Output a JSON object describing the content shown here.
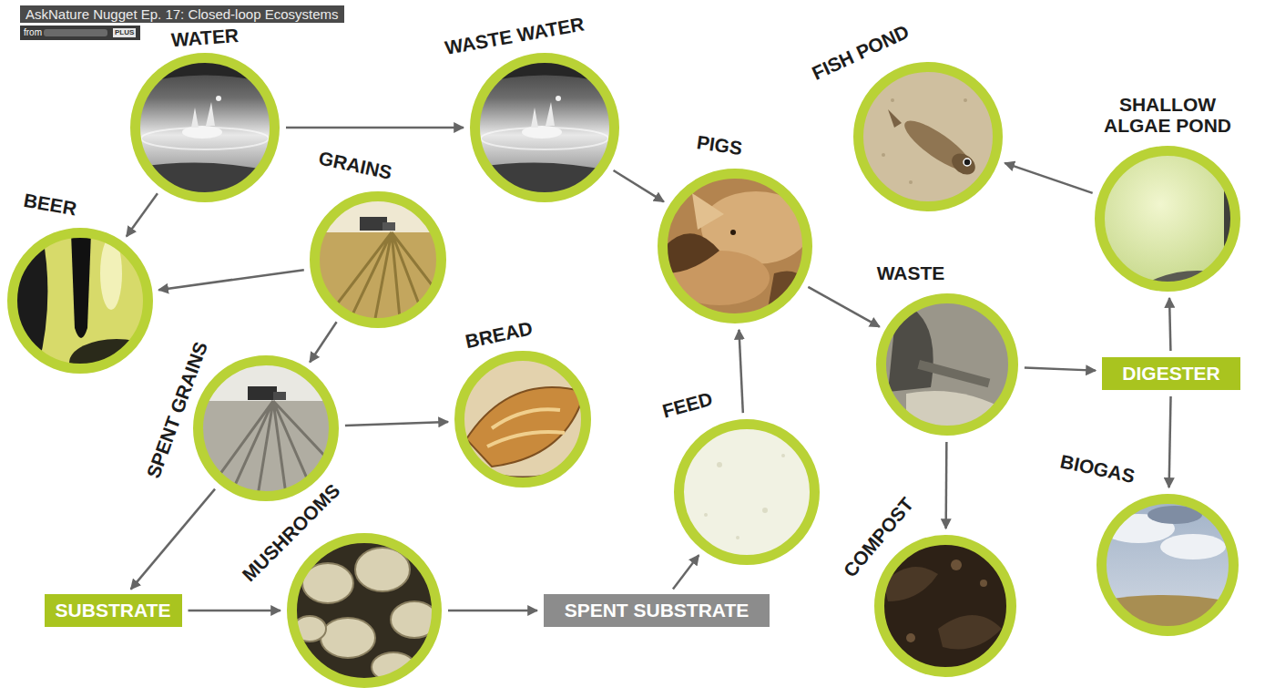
{
  "diagram": {
    "title": "AskNature Nugget Ep. 17: Closed-loop Ecosystems",
    "nodes": [
      {
        "text": [
          "WATER"
        ]
      },
      {
        "text": [
          "WASTE WATER"
        ]
      },
      {
        "text": [
          "FISH POND"
        ]
      },
      {
        "text": [
          "SHALLOW ALGAE POND"
        ]
      },
      {
        "text": [
          "GRAINS"
        ]
      },
      {
        "text": [
          "PIGS"
        ]
      },
      {
        "text": [
          "BEER"
        ]
      },
      {
        "text": [
          "WASTE"
        ]
      },
      {
        "text": [
          "DIGESTER"
        ]
      },
      {
        "text": [
          "SPENT GRAINS"
        ]
      },
      {
        "text": [
          "BREAD"
        ]
      },
      {
        "text": [
          "FEED"
        ]
      },
      {
        "text": [
          "SUBSTRATE"
        ]
      },
      {
        "text": [
          "MUSHROOMS"
        ]
      },
      {
        "text": [
          "SPENT SUBSTRATE"
        ]
      },
      {
        "text": [
          "COMPOST"
        ]
      },
      {
        "text": [
          "BIOGAS"
        ]
      }
    ],
    "edges": [
      {
        "from": 0,
        "to": 1,
        "arrow": "to"
      },
      {
        "from": 0,
        "to": 6,
        "arrow": "to"
      },
      {
        "from": 1,
        "to": 5,
        "arrow": "to"
      },
      {
        "from": 4,
        "to": 6,
        "arrow": "to"
      },
      {
        "from": 4,
        "to": 9,
        "arrow": "to"
      },
      {
        "from": 9,
        "to": 10,
        "arrow": "to"
      },
      {
        "from": 9,
        "to": 12,
        "arrow": "to"
      },
      {
        "from": 12,
        "to": 13,
        "arrow": "to"
      },
      {
        "from": 13,
        "to": 14,
        "arrow": "to"
      },
      {
        "from": 14,
        "to": 11,
        "arrow": "to"
      },
      {
        "from": 11,
        "to": 5,
        "arrow": "to"
      },
      {
        "from": 5,
        "to": 7,
        "arrow": "to"
      },
      {
        "from": 7,
        "to": 8,
        "arrow": "to"
      },
      {
        "from": 7,
        "to": 15,
        "arrow": "to"
      },
      {
        "from": 8,
        "to": 3,
        "arrow": "to"
      },
      {
        "from": 8,
        "to": 16,
        "arrow": "to"
      },
      {
        "from": 3,
        "to": 2,
        "arrow": "to"
      }
    ],
    "labels": [
      "from",
      "PLUS"
    ]
  }
}
